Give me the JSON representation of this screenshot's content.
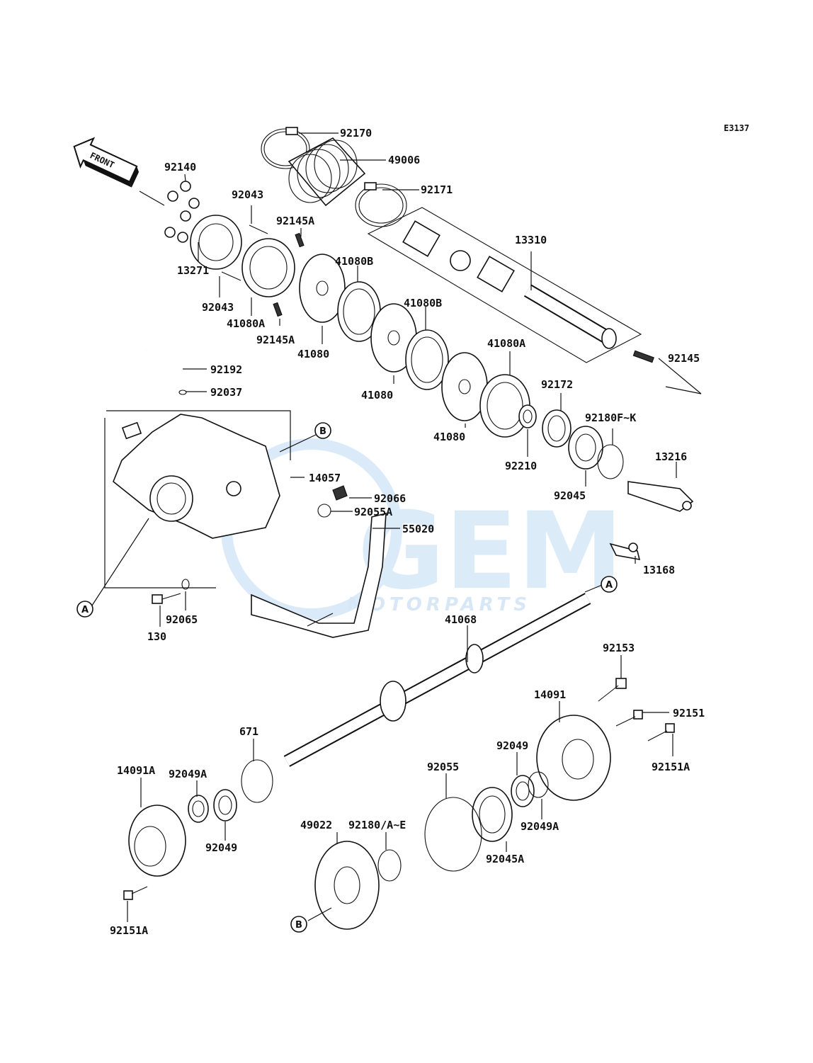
{
  "diagram_code": "E3137",
  "front_arrow": {
    "label": "FRONT"
  },
  "watermark": {
    "brand": "GEM",
    "subtitle": "MOTORPARTS",
    "color": "#cfe3f6"
  },
  "ref_markers": {
    "a": "A",
    "b": "B"
  },
  "labels": {
    "p92170": "92170",
    "p49006": "49006",
    "p92171": "92171",
    "p92140": "92140",
    "p92043_top": "92043",
    "p92145A_top": "92145A",
    "p13310": "13310",
    "p41080B_1": "41080B",
    "p41080B_2": "41080B",
    "p13271": "13271",
    "p92043_bottom": "92043",
    "p41080A_left": "41080A",
    "p92145A_bottom": "92145A",
    "p41080_1": "41080",
    "p41080A_right": "41080A",
    "p92145": "92145",
    "p92192": "92192",
    "p92037": "92037",
    "p92172": "92172",
    "p41080_2": "41080",
    "p92180FK": "92180F~K",
    "p14057": "14057",
    "p41080_3": "41080",
    "p13216": "13216",
    "p92210": "92210",
    "p92066": "92066",
    "p92045": "92045",
    "p92055A": "92055A",
    "p55020": "55020",
    "p13168": "13168",
    "p41068": "41068",
    "p92065": "92065",
    "p130": "130",
    "p92153": "92153",
    "p14091": "14091",
    "p92151": "92151",
    "p671": "671",
    "p92049_right": "92049",
    "p92151A_right": "92151A",
    "p14091A": "14091A",
    "p92049A_left": "92049A",
    "p92055": "92055",
    "p92049A_right": "92049A",
    "p92180AE": "92180/A~E",
    "p49022": "49022",
    "p92049_left": "92049",
    "p92045A": "92045A",
    "p92151A_bottom": "92151A"
  }
}
